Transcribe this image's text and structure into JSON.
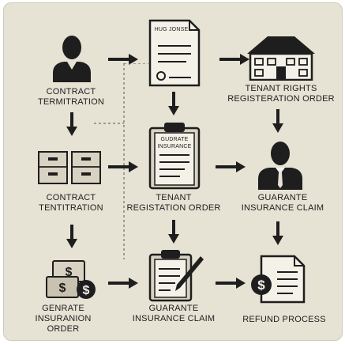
{
  "nodes": {
    "contract_termination_1": {
      "line1": "Contract",
      "line2": "Termitration"
    },
    "hug_doc": {
      "title": "Hug Jonse"
    },
    "tenant_rights": {
      "line1": "Tenant Rights",
      "line2": "Registeration Order"
    },
    "contract_termination_2": {
      "line1": "Contract",
      "line2": "Tentitration"
    },
    "guarante_doc": {
      "line1": "Gudrate",
      "line2": "Insurance"
    },
    "tenant_registration": {
      "line1": "Tenant",
      "line2": "Registation Order"
    },
    "guarante_claim": {
      "line1": "Guarante",
      "line2": "Insurance Claim"
    },
    "generate_order": {
      "line1": "Genrate",
      "line2": "Insuranion",
      "line3": "Order"
    },
    "guarante_claim_2": {
      "line1": "Guarante",
      "line2": "Insurance Claim"
    },
    "refund": {
      "line1": "Refund Process"
    }
  },
  "icons": [
    "person-icon",
    "document-icon",
    "house-icon",
    "filing-cabinet-icon",
    "clipboard-icon",
    "businessman-icon",
    "money-icon",
    "clipboard-pen-icon",
    "invoice-dollar-icon",
    "arrow-icon"
  ],
  "colors": {
    "background": "#e6e2d4",
    "ink": "#1e1e1e",
    "paper": "#f4f1e8"
  }
}
